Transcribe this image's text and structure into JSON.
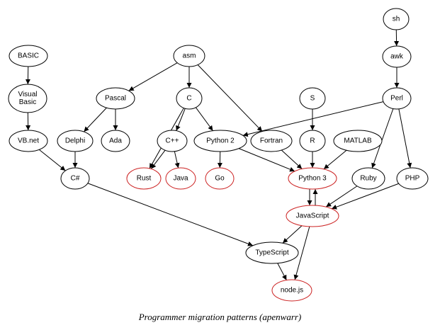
{
  "colors": {
    "default_stroke": "#000000",
    "highlight_stroke": "#cc2222"
  },
  "caption": "Programmer migration patterns (apenwarr)",
  "nodes": [
    {
      "id": "sh",
      "label": "sh",
      "highlight": false
    },
    {
      "id": "basic",
      "label": "BASIC",
      "highlight": false
    },
    {
      "id": "asm",
      "label": "asm",
      "highlight": false
    },
    {
      "id": "awk",
      "label": "awk",
      "highlight": false
    },
    {
      "id": "visual_basic",
      "label": [
        "Visual",
        "Basic"
      ],
      "highlight": false
    },
    {
      "id": "pascal",
      "label": "Pascal",
      "highlight": false
    },
    {
      "id": "c",
      "label": "C",
      "highlight": false
    },
    {
      "id": "s",
      "label": "S",
      "highlight": false
    },
    {
      "id": "perl",
      "label": "Perl",
      "highlight": false
    },
    {
      "id": "vbnet",
      "label": "VB.net",
      "highlight": false
    },
    {
      "id": "delphi",
      "label": "Delphi",
      "highlight": false
    },
    {
      "id": "ada",
      "label": "Ada",
      "highlight": false
    },
    {
      "id": "cpp",
      "label": "C++",
      "highlight": false
    },
    {
      "id": "python2",
      "label": "Python 2",
      "highlight": false
    },
    {
      "id": "fortran",
      "label": "Fortran",
      "highlight": false
    },
    {
      "id": "r",
      "label": "R",
      "highlight": false
    },
    {
      "id": "matlab",
      "label": "MATLAB",
      "highlight": false
    },
    {
      "id": "csharp",
      "label": "C#",
      "highlight": false
    },
    {
      "id": "rust",
      "label": "Rust",
      "highlight": true
    },
    {
      "id": "java",
      "label": "Java",
      "highlight": true
    },
    {
      "id": "go",
      "label": "Go",
      "highlight": true
    },
    {
      "id": "python3",
      "label": "Python 3",
      "highlight": true
    },
    {
      "id": "ruby",
      "label": "Ruby",
      "highlight": false
    },
    {
      "id": "php",
      "label": "PHP",
      "highlight": false
    },
    {
      "id": "javascript",
      "label": "JavaScript",
      "highlight": true
    },
    {
      "id": "typescript",
      "label": "TypeScript",
      "highlight": false
    },
    {
      "id": "nodejs",
      "label": "node.js",
      "highlight": true
    }
  ],
  "edges": [
    {
      "from": "sh",
      "to": "awk"
    },
    {
      "from": "awk",
      "to": "perl"
    },
    {
      "from": "basic",
      "to": "visual_basic"
    },
    {
      "from": "visual_basic",
      "to": "vbnet"
    },
    {
      "from": "vbnet",
      "to": "csharp"
    },
    {
      "from": "asm",
      "to": "pascal"
    },
    {
      "from": "asm",
      "to": "c"
    },
    {
      "from": "asm",
      "to": "fortran"
    },
    {
      "from": "pascal",
      "to": "delphi"
    },
    {
      "from": "pascal",
      "to": "ada"
    },
    {
      "from": "delphi",
      "to": "csharp"
    },
    {
      "from": "c",
      "to": "cpp"
    },
    {
      "from": "c",
      "to": "python2"
    },
    {
      "from": "c",
      "to": "rust"
    },
    {
      "from": "cpp",
      "to": "rust"
    },
    {
      "from": "cpp",
      "to": "java"
    },
    {
      "from": "python2",
      "to": "go"
    },
    {
      "from": "python2",
      "to": "python3"
    },
    {
      "from": "fortran",
      "to": "python3"
    },
    {
      "from": "s",
      "to": "r"
    },
    {
      "from": "r",
      "to": "python3"
    },
    {
      "from": "matlab",
      "to": "python3"
    },
    {
      "from": "perl",
      "to": "python2"
    },
    {
      "from": "perl",
      "to": "ruby"
    },
    {
      "from": "perl",
      "to": "php"
    },
    {
      "from": "ruby",
      "to": "javascript"
    },
    {
      "from": "php",
      "to": "javascript"
    },
    {
      "from": "python3",
      "to": "javascript"
    },
    {
      "from": "javascript",
      "to": "python3"
    },
    {
      "from": "csharp",
      "to": "typescript"
    },
    {
      "from": "javascript",
      "to": "typescript"
    },
    {
      "from": "javascript",
      "to": "nodejs"
    },
    {
      "from": "typescript",
      "to": "nodejs"
    }
  ]
}
